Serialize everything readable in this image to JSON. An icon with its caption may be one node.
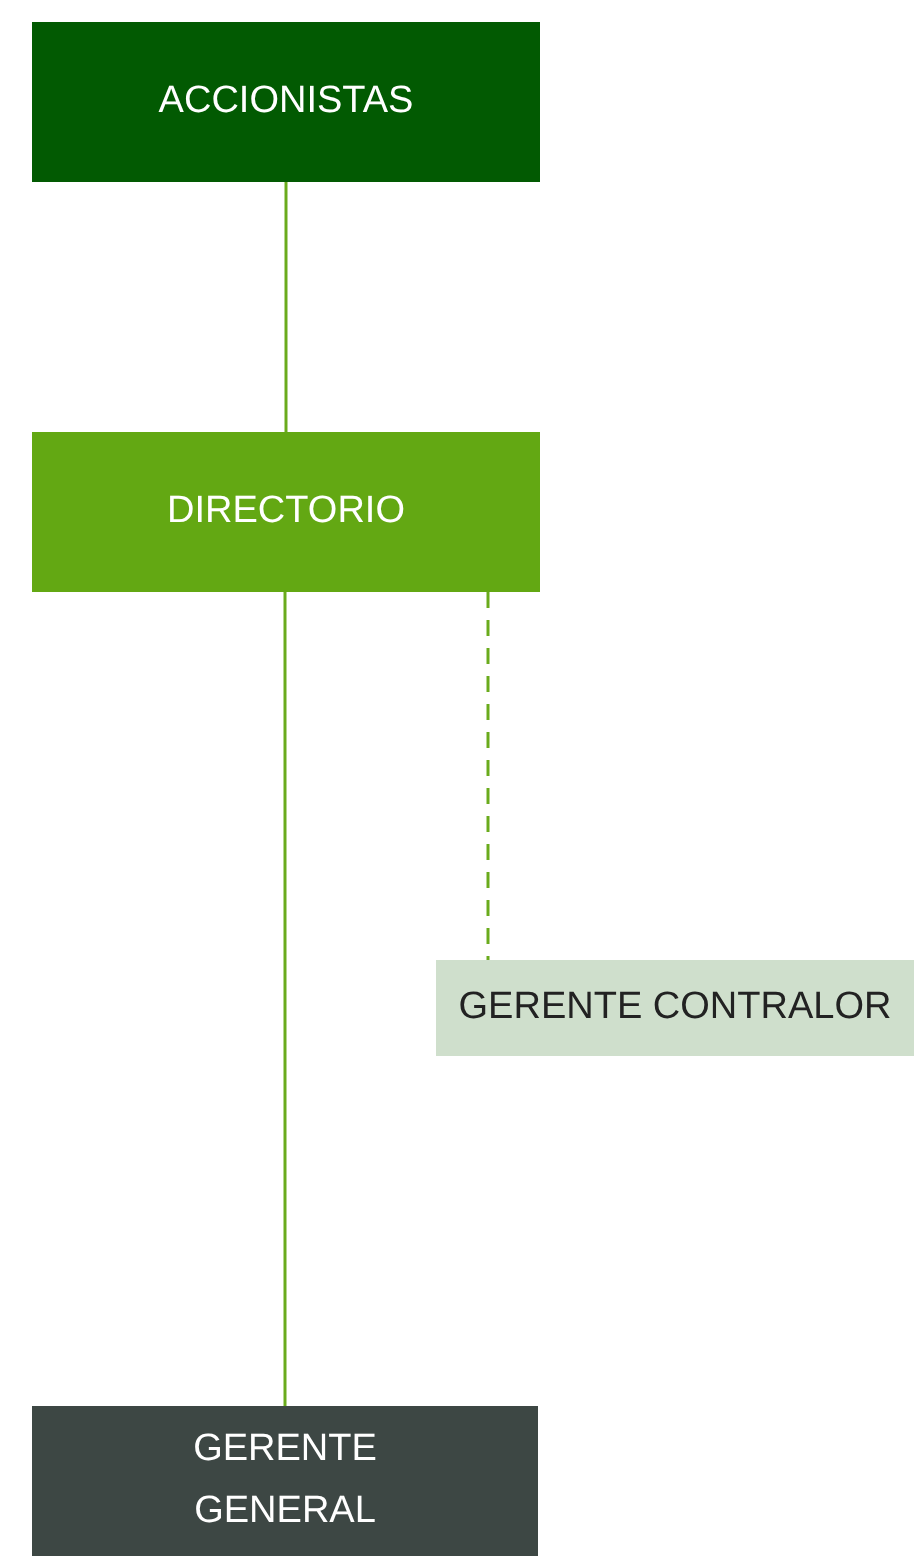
{
  "diagram": {
    "nodes": [
      {
        "text": [
          "ACCIONISTAS"
        ]
      },
      {
        "text": [
          "DIRECTORIO"
        ]
      },
      {
        "text": [
          "GERENTE CONTRALOR"
        ]
      },
      {
        "text": [
          "GERENTE GENERAL"
        ]
      }
    ],
    "edges": [
      {
        "from": 0,
        "to": 1,
        "arrow": "none"
      },
      {
        "from": 1,
        "to": 3,
        "arrow": "none"
      },
      {
        "from": 1,
        "to": 2,
        "arrow": "none",
        "style": "dashed"
      }
    ]
  }
}
